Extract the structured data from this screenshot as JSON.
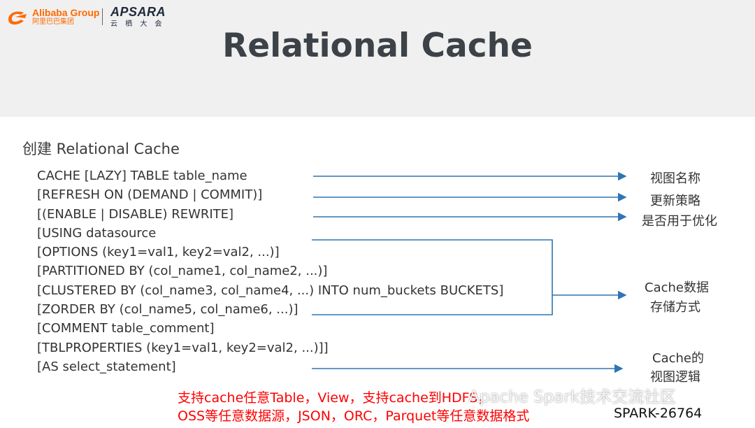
{
  "header": {
    "brand_en": "Alibaba Group",
    "brand_cn": "阿里巴巴集团",
    "conference_en": "APSARA",
    "conference_cn": "云 栖 大 会",
    "title": "Relational Cache"
  },
  "body": {
    "subtitle": "创建 Relational Cache",
    "code_lines": [
      "CACHE [LAZY] TABLE table_name",
      "[REFRESH ON (DEMAND | COMMIT)]",
      "[(ENABLE | DISABLE) REWRITE]",
      "[USING datasource",
      "[OPTIONS (key1=val1, key2=val2, ...)]",
      "[PARTITIONED BY (col_name1, col_name2, ...)]",
      "[CLUSTERED BY (col_name3, col_name4, ...) INTO num_buckets BUCKETS]",
      "[ZORDER BY (col_name5, col_name6, ...)]",
      "[COMMENT table_comment]",
      "[TBLPROPERTIES (key1=val1, key2=val2, ...)]]",
      "[AS select_statement]"
    ],
    "labels": {
      "view_name": "视图名称",
      "refresh_policy": "更新策略",
      "rewrite": "是否用于优化",
      "storage_line1": "Cache数据",
      "storage_line2": "存储方式",
      "logic_line1": "Cache的",
      "logic_line2": "视图逻辑"
    },
    "note_line1": "支持cache任意Table，View，支持cache到HDFS，",
    "note_line2": "OSS等任意数据源，JSON，ORC，Parquet等任意数据格式",
    "ticket": "SPARK-26764",
    "watermark": "Apache Spark技术交流社区"
  },
  "colors": {
    "arrow": "#2e75b6",
    "note": "#ff0000",
    "brand": "#ff6a00"
  }
}
